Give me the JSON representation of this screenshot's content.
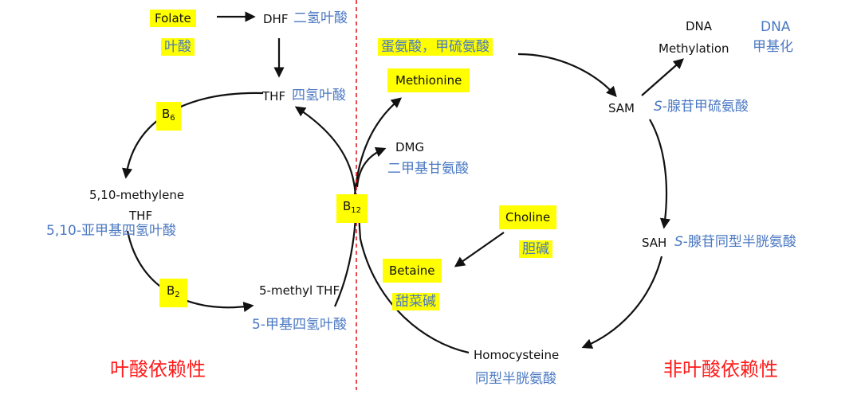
{
  "left": {
    "folate": "Folate",
    "folate_zh": "叶酸",
    "dhf": "DHF",
    "dhf_zh": "二氢叶酸",
    "thf": "THF",
    "thf_zh": "四氢叶酸",
    "b6_main": "B",
    "b6_sub": "6",
    "methylene_line1": "5,10-methylene",
    "methylene_line2": "THF",
    "methylene_zh": "5,10-亚甲基四氢叶酸",
    "b2_main": "B",
    "b2_sub": "2",
    "methyl": "5-methyl THF",
    "methyl_zh": "5-甲基四氢叶酸",
    "footer": "叶酸依赖性"
  },
  "center": {
    "b12_main": "B",
    "b12_sub": "12",
    "dmg": "DMG",
    "dmg_zh": "二甲基甘氨酸"
  },
  "right": {
    "met_zh": "蛋氨酸，甲硫氨酸",
    "methionine": "Methionine",
    "dna_line1": "DNA",
    "dna_line2": "Methylation",
    "dna_zh_line1": "DNA",
    "dna_zh_line2": "甲基化",
    "sam": "SAM",
    "sam_zh_prefix": "S",
    "sam_zh": "-腺苷甲硫氨酸",
    "choline": "Choline",
    "choline_zh": "胆碱",
    "betaine": "Betaine",
    "betaine_zh": "甜菜碱",
    "sah": "SAH",
    "sah_zh_prefix": "S",
    "sah_zh": "-腺苷同型半胱氨酸",
    "homocysteine": "Homocysteine",
    "homocysteine_zh": "同型半胱氨酸",
    "footer": "非叶酸依赖性"
  },
  "colors": {
    "highlight": "#ffff00",
    "chinese_label": "#4a78c2",
    "footer_text": "#ff1a1a",
    "divider": "#e01010",
    "arrows": "#111111"
  }
}
